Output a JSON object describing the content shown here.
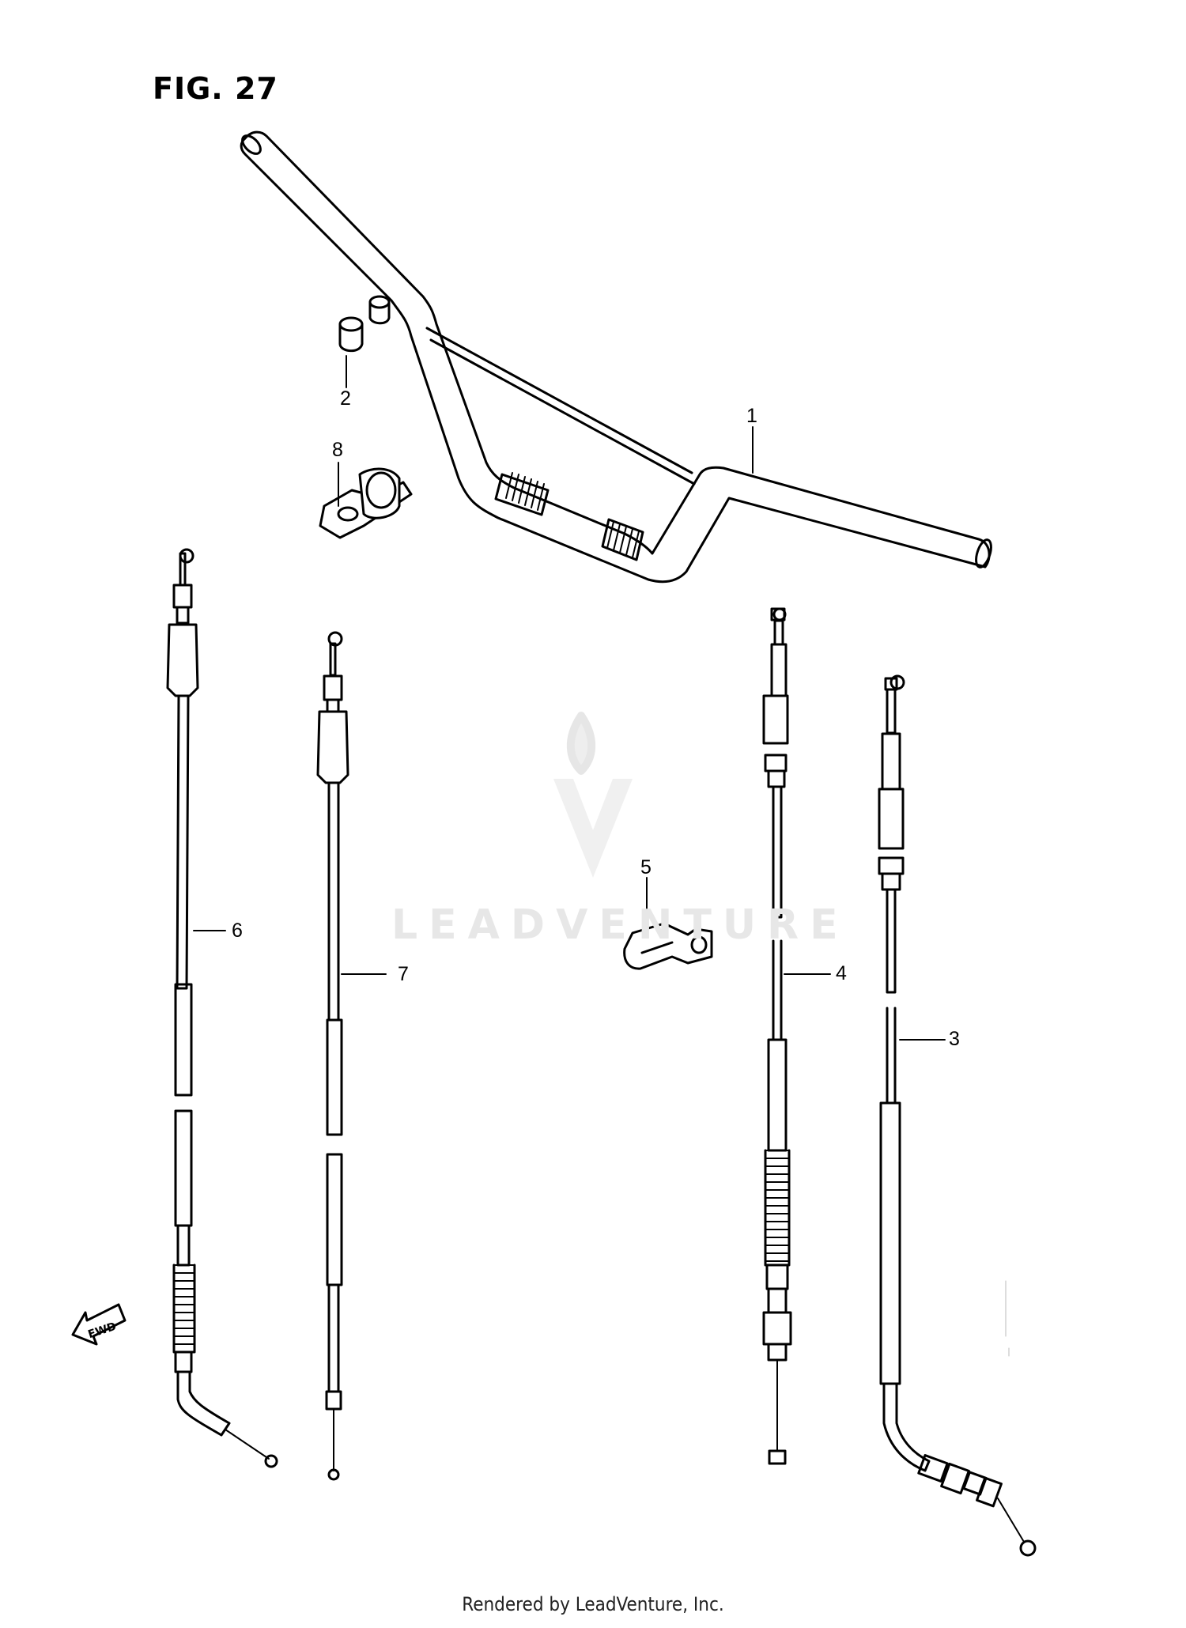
{
  "figure": {
    "title": "FIG. 27"
  },
  "watermark": {
    "text": "LEADVENTURE"
  },
  "callouts": [
    {
      "id": "1",
      "label": "1"
    },
    {
      "id": "2",
      "label": "2"
    },
    {
      "id": "3",
      "label": "3"
    },
    {
      "id": "4",
      "label": "4"
    },
    {
      "id": "5",
      "label": "5"
    },
    {
      "id": "6",
      "label": "6"
    },
    {
      "id": "7",
      "label": "7"
    },
    {
      "id": "8",
      "label": "8"
    }
  ],
  "direction_arrow": {
    "label": "FWD"
  },
  "footer": {
    "text": "Rendered by LeadVenture, Inc."
  }
}
